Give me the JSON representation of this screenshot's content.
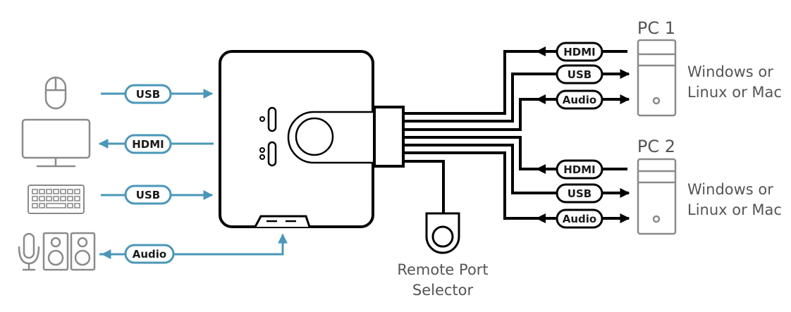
{
  "diagram": {
    "title": "KVM switch connection diagram",
    "colors": {
      "console_cable": "#4a97b8",
      "pc_cable": "#000000",
      "device_icon": "#8a8a8a",
      "label_text": "#555555"
    },
    "console_side": {
      "connections": [
        {
          "device": "mouse",
          "icon": "mouse-icon",
          "label": "USB",
          "direction": "to-switch"
        },
        {
          "device": "monitor",
          "icon": "monitor-icon",
          "label": "HDMI",
          "direction": "from-switch"
        },
        {
          "device": "keyboard",
          "icon": "keyboard-icon",
          "label": "USB",
          "direction": "to-switch"
        },
        {
          "device": "microphone and speakers",
          "icon": "mic-speakers-icon",
          "label": "Audio",
          "direction": "bidirectional"
        }
      ]
    },
    "pcs": [
      {
        "name": "PC 1",
        "os_line1": "Windows or",
        "os_line2": "Linux or Mac",
        "connections": [
          {
            "label": "HDMI",
            "direction": "to-switch"
          },
          {
            "label": "USB",
            "direction": "to-pc"
          },
          {
            "label": "Audio",
            "direction": "bidirectional"
          }
        ]
      },
      {
        "name": "PC 2",
        "os_line1": "Windows or",
        "os_line2": "Linux or Mac",
        "connections": [
          {
            "label": "HDMI",
            "direction": "to-switch"
          },
          {
            "label": "USB",
            "direction": "to-pc"
          },
          {
            "label": "Audio",
            "direction": "bidirectional"
          }
        ]
      }
    ],
    "remote": {
      "line1": "Remote Port",
      "line2": "Selector"
    }
  }
}
